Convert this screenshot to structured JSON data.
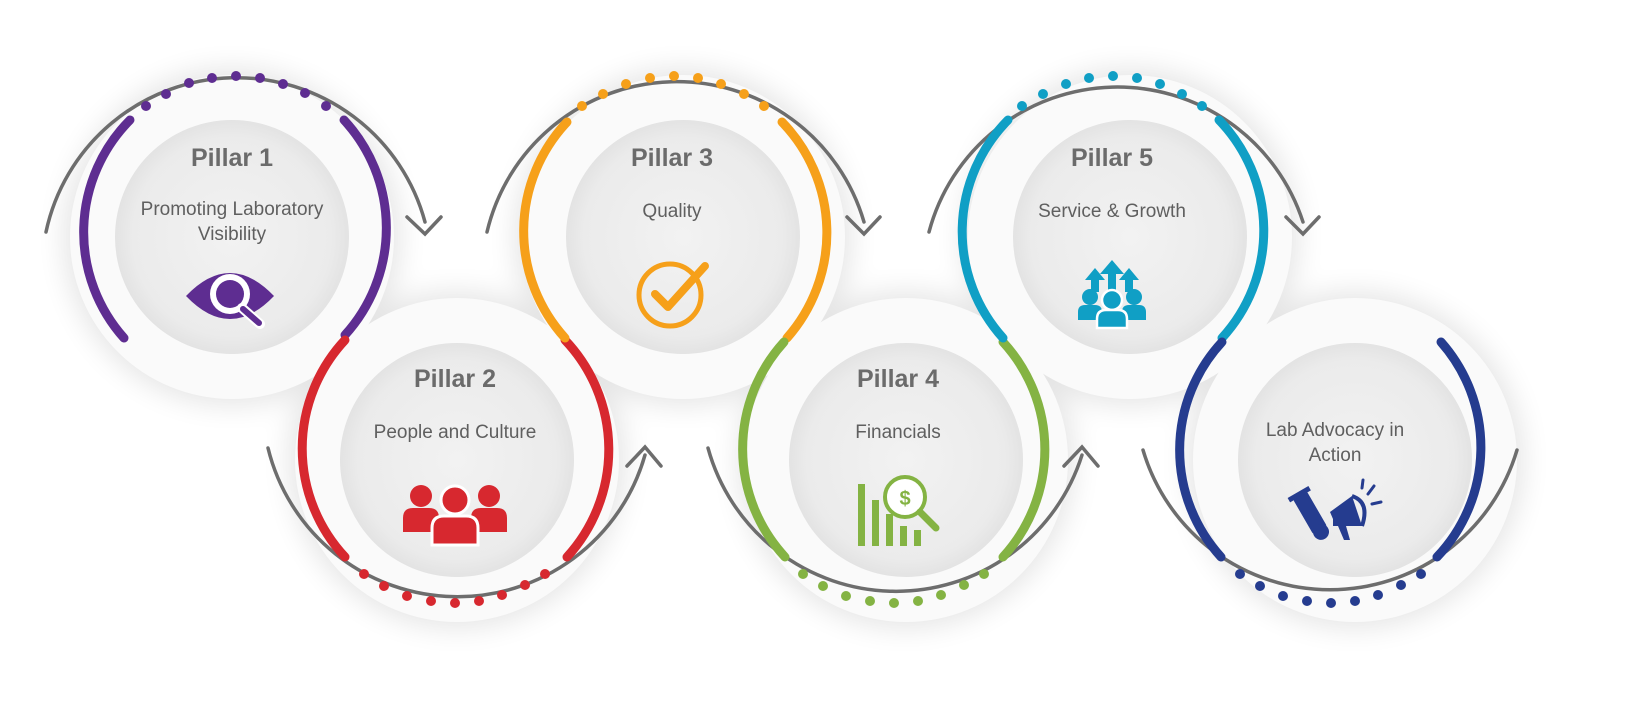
{
  "pillars": [
    {
      "title": "Pillar 1",
      "subtitle": "Promoting Laboratory Visibility",
      "icon": "eye-search-icon",
      "color": "#5e2d91"
    },
    {
      "title": "Pillar 2",
      "subtitle": "People and Culture",
      "icon": "people-group-icon",
      "color": "#d7282f"
    },
    {
      "title": "Pillar 3",
      "subtitle": "Quality",
      "icon": "check-circle-icon",
      "color": "#f6a01a"
    },
    {
      "title": "Pillar 4",
      "subtitle": "Financials",
      "icon": "financial-chart-icon",
      "color": "#84b343"
    },
    {
      "title": "Pillar 5",
      "subtitle": "Service & Growth",
      "icon": "team-growth-icon",
      "color": "#109fc5"
    },
    {
      "title": "",
      "subtitle": "Lab Advocacy in Action",
      "icon": "advocacy-megaphone-icon",
      "color": "#253c8f"
    }
  ],
  "arrow_color": "#6d6d6d",
  "disc_color": "#eceded"
}
